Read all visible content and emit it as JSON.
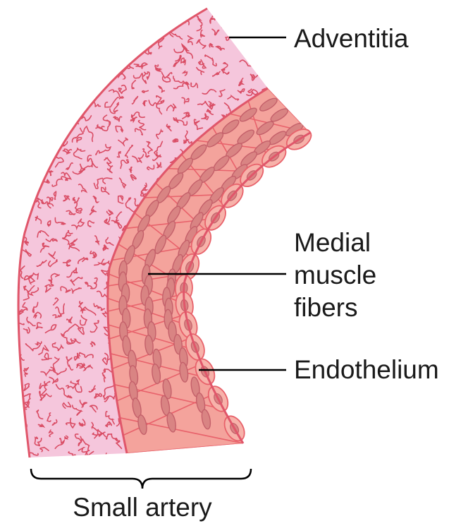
{
  "labels": {
    "adventitia": "Adventitia",
    "medial_line1": "Medial",
    "medial_line2": "muscle",
    "medial_line3": "fibers",
    "endothelium": "Endothelium",
    "small_artery": "Small artery"
  },
  "colors": {
    "adventitia_fill": "#f5c6dc",
    "adventitia_squiggle": "#d94c64",
    "outline": "#e0566a",
    "media_fill": "#f4a39c",
    "cell_border": "#e8626b",
    "nucleus_fill": "#d98483",
    "nucleus_stroke": "#c4606a",
    "endothelium_fill": "#f7b2aa",
    "label_text": "#1a1a1a",
    "leader_line": "#000000"
  }
}
